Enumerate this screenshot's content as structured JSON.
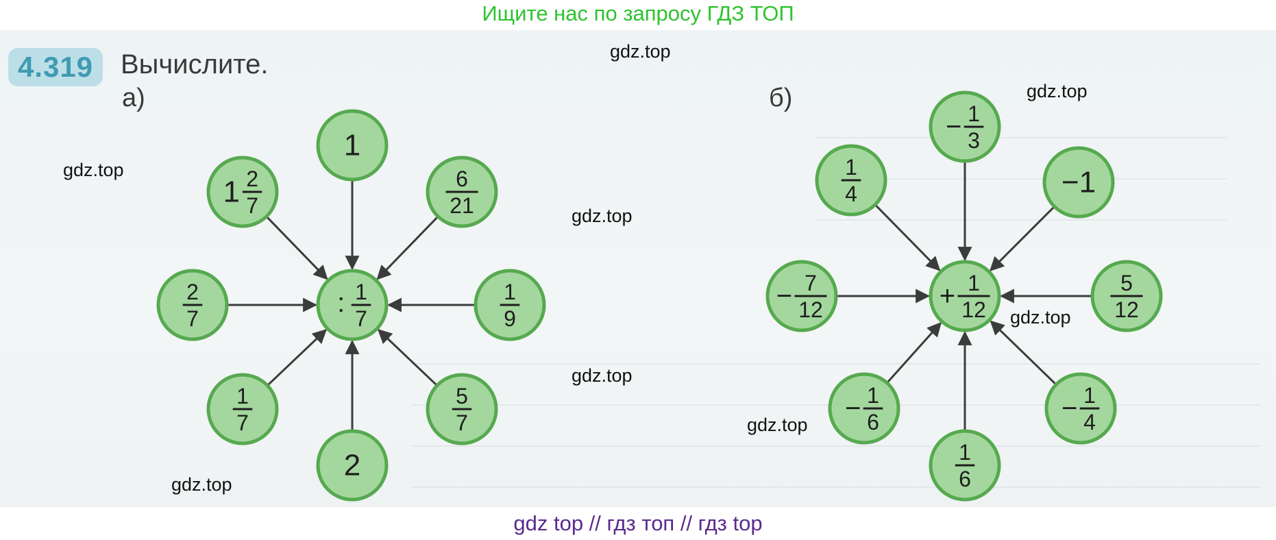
{
  "banner_top": "Ищите нас по запросу ГДЗ ТОП",
  "banner_bottom": "gdz top  //  гдз топ  //  гдз top",
  "problem": {
    "number": "4.319",
    "instruction": "Вычислите."
  },
  "watermarks": [
    "gdz.top",
    "gdz.top",
    "gdz.top",
    "gdz.top",
    "gdz.top",
    "gdz.top",
    "gdz.top",
    "gdz.top"
  ],
  "colors": {
    "node_fill": "#a4d79e",
    "node_stroke": "#56a94f",
    "number_badge": "#bcdfe7",
    "number_text": "#3e9bb3",
    "banner_top_text": "#2ec32e",
    "banner_bottom_text": "#5a2a8e"
  },
  "diagram_a": {
    "label": "а)",
    "center": {
      "op": ":",
      "num": "1",
      "den": "7"
    },
    "nodes": [
      {
        "text": "1"
      },
      {
        "whole": "1",
        "num": "2",
        "den": "7"
      },
      {
        "num": "6",
        "den": "21"
      },
      {
        "num": "2",
        "den": "7"
      },
      {
        "num": "1",
        "den": "9"
      },
      {
        "num": "1",
        "den": "7"
      },
      {
        "text": "2"
      },
      {
        "num": "5",
        "den": "7"
      }
    ]
  },
  "diagram_b": {
    "label": "б)",
    "center": {
      "op": "+",
      "num": "1",
      "den": "12"
    },
    "nodes": [
      {
        "sign": "−",
        "num": "1",
        "den": "3"
      },
      {
        "num": "1",
        "den": "4"
      },
      {
        "text": "−1"
      },
      {
        "sign": "−",
        "num": "7",
        "den": "12"
      },
      {
        "num": "5",
        "den": "12"
      },
      {
        "sign": "−",
        "num": "1",
        "den": "6"
      },
      {
        "num": "1",
        "den": "6"
      },
      {
        "sign": "−",
        "num": "1",
        "den": "4"
      }
    ]
  }
}
